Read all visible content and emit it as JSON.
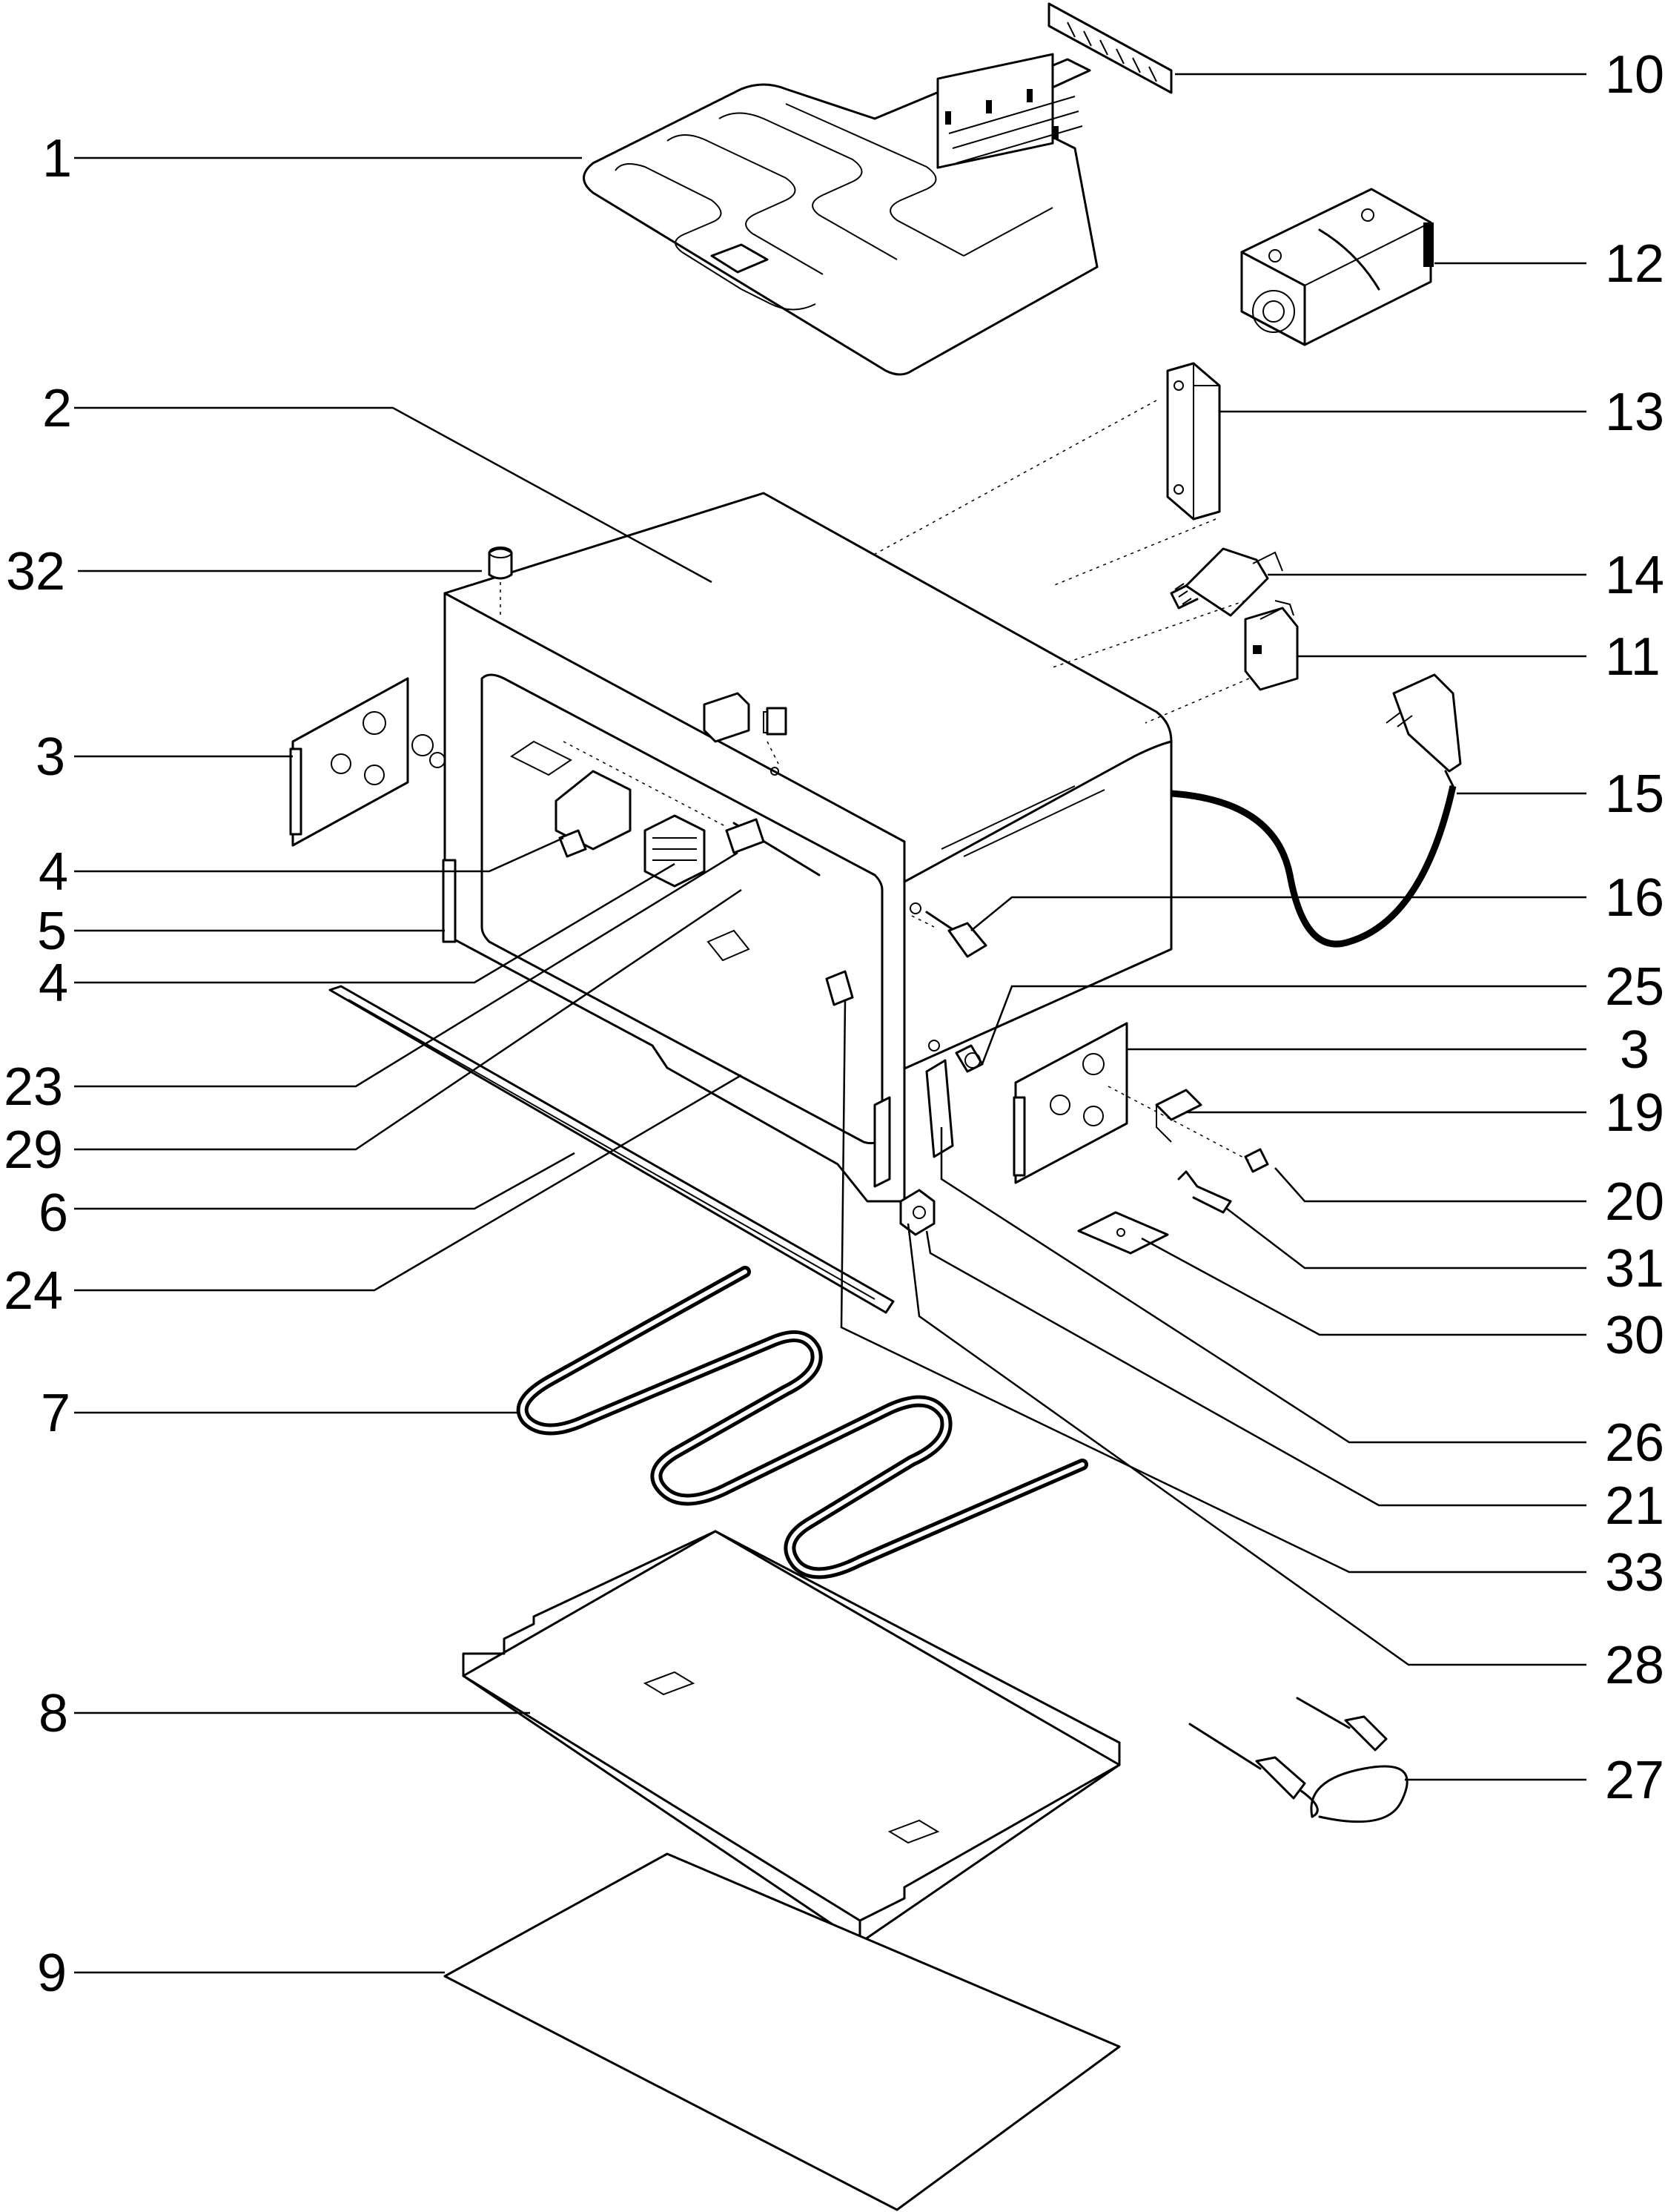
{
  "callouts": [
    {
      "id": "1",
      "text": "1"
    },
    {
      "id": "2",
      "text": "2"
    },
    {
      "id": "32",
      "text": "32"
    },
    {
      "id": "3-left",
      "text": "3"
    },
    {
      "id": "4-upper",
      "text": "4"
    },
    {
      "id": "5",
      "text": "5"
    },
    {
      "id": "4-lower",
      "text": "4"
    },
    {
      "id": "23",
      "text": "23"
    },
    {
      "id": "29",
      "text": "29"
    },
    {
      "id": "6",
      "text": "6"
    },
    {
      "id": "24",
      "text": "24"
    },
    {
      "id": "7",
      "text": "7"
    },
    {
      "id": "8",
      "text": "8"
    },
    {
      "id": "9",
      "text": "9"
    },
    {
      "id": "10",
      "text": "10"
    },
    {
      "id": "12",
      "text": "12"
    },
    {
      "id": "13",
      "text": "13"
    },
    {
      "id": "14",
      "text": "14"
    },
    {
      "id": "11",
      "text": "11"
    },
    {
      "id": "15",
      "text": "15"
    },
    {
      "id": "16",
      "text": "16"
    },
    {
      "id": "25",
      "text": "25"
    },
    {
      "id": "3-right",
      "text": "3"
    },
    {
      "id": "19",
      "text": "19"
    },
    {
      "id": "20",
      "text": "20"
    },
    {
      "id": "31",
      "text": "31"
    },
    {
      "id": "30",
      "text": "30"
    },
    {
      "id": "26",
      "text": "26"
    },
    {
      "id": "21",
      "text": "21"
    },
    {
      "id": "33",
      "text": "33"
    },
    {
      "id": "28",
      "text": "28"
    },
    {
      "id": "27",
      "text": "27"
    }
  ],
  "colors": {
    "line": "#000000",
    "background": "#ffffff"
  }
}
